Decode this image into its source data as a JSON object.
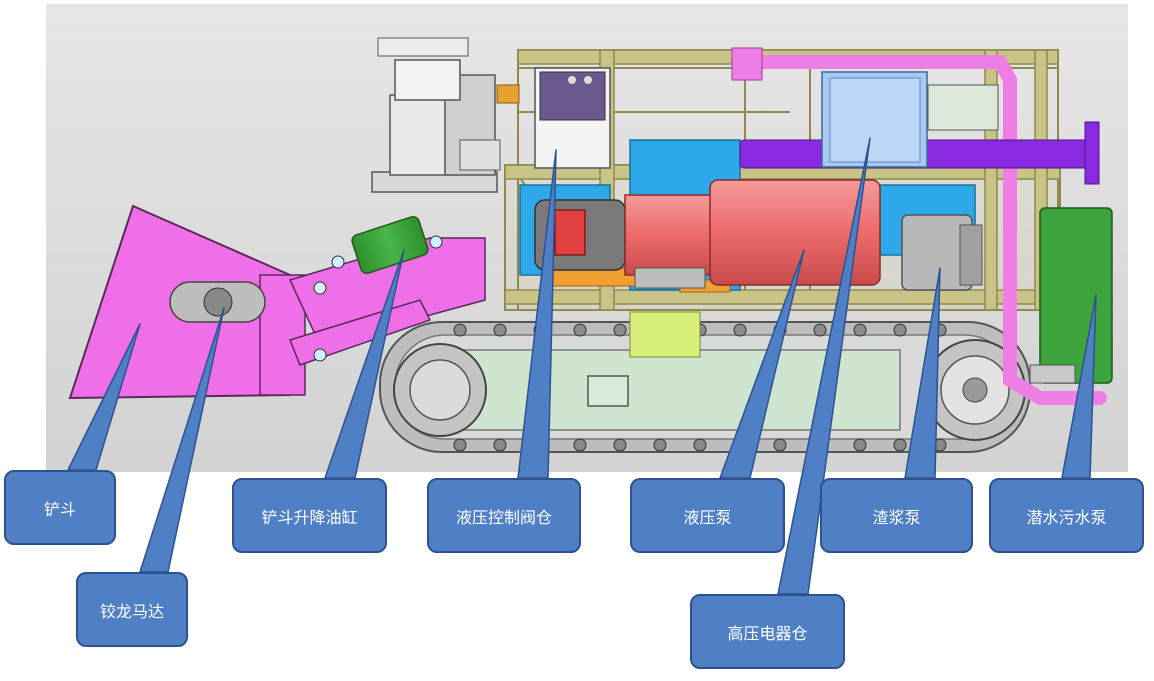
{
  "colors": {
    "callout_fill": "#4f7fc4",
    "callout_border": "#2f528f",
    "frame": "#c8c488",
    "shovel": "#ee6fe8",
    "pump": "#ec6a6a",
    "cylinder": "#2ea82e",
    "water_pump": "#3da33d",
    "pipe_pink": "#ee7ee6",
    "pipe_purple": "#8a2be2",
    "electric_box": "#a7c8f0",
    "track": "#9a9a9a"
  },
  "callouts": [
    {
      "id": "shovel",
      "label": "铲斗"
    },
    {
      "id": "auger-motor",
      "label": "铰龙马达"
    },
    {
      "id": "shovel-cylinder",
      "label": "铲斗升降油缸"
    },
    {
      "id": "valve-chamber",
      "label": "液压控制阀仓"
    },
    {
      "id": "hydraulic-pump",
      "label": "液压泵"
    },
    {
      "id": "hv-electric-chamber",
      "label": "高压电器仓"
    },
    {
      "id": "slurry-pump",
      "label": "渣浆泵"
    },
    {
      "id": "submersible-pump",
      "label": "潜水污水泵"
    }
  ]
}
